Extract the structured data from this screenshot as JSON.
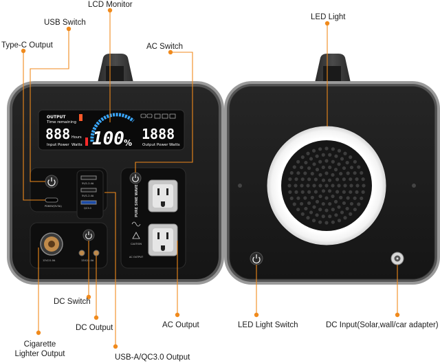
{
  "left_unit": {
    "lcd": {
      "output_label": "OUTPUT",
      "time_label": "Time remaining",
      "left_digits": "888",
      "hours_label": "Hours",
      "input_power_label": "Input Power",
      "watts_left_label": "Watts",
      "percent_value": "100",
      "percent_sign": "%",
      "right_digits": "1888",
      "output_power_label": "Output Power",
      "watts_right_label": "Watts"
    },
    "port_texts": {
      "usb_a_1": "5V/1-2.4A",
      "usb_a_2": "5V/1-2.4A",
      "qc_label": "QC3.0",
      "typec_label": "PD60W(5V3A)",
      "cig_label": "12V/11.0A",
      "dc_label": "12V/11.0A",
      "pure_sine_wave": "PURE SINE WAVE",
      "caution": "CAUTION",
      "ac_output_small": "AC OUTPUT"
    }
  },
  "callouts": {
    "lcd_monitor": "LCD Monitor",
    "usb_switch": "USB Switch",
    "type_c_output": "Type-C Output",
    "ac_switch": "AC Switch",
    "dc_switch": "DC Switch",
    "dc_output": "DC Output",
    "ac_output": "AC Output",
    "cigarette_line1": "Cigarette",
    "cigarette_line2": "Lighter Output",
    "usb_a_qc": "USB-A/QC3.0 Output",
    "led_light": "LED Light",
    "led_light_switch": "LED Light Switch",
    "dc_input": "DC Input(Solar,wall/car adapter)"
  },
  "colors": {
    "accent_orange": "#f08a1c",
    "body_dark": "#1c1c1c",
    "bezel_gray": "#8a8a8a",
    "led_ring": "#ffffff",
    "lcd_blue": "#3aa8ff",
    "lcd_red": "#ff2a2a"
  }
}
